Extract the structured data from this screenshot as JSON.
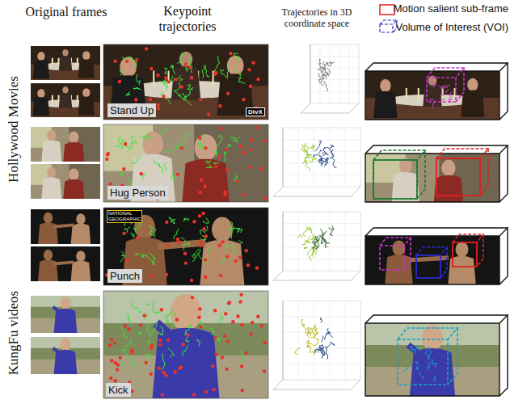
{
  "diagram": {
    "labels": [
      "Original frames",
      "Keypoint trajectories",
      "Trajectories in 3D coordinate space",
      "Hollywood Movies",
      "KungFu videos",
      "Stand Up",
      "Hug Person",
      "Punch",
      "Kick",
      "DivX",
      "NATIONAL GEOGRAPHIC"
    ],
    "legend": [
      {
        "text": "Motion salient sub-frame"
      },
      {
        "text": "Volume of Interest (VOI)"
      }
    ]
  }
}
